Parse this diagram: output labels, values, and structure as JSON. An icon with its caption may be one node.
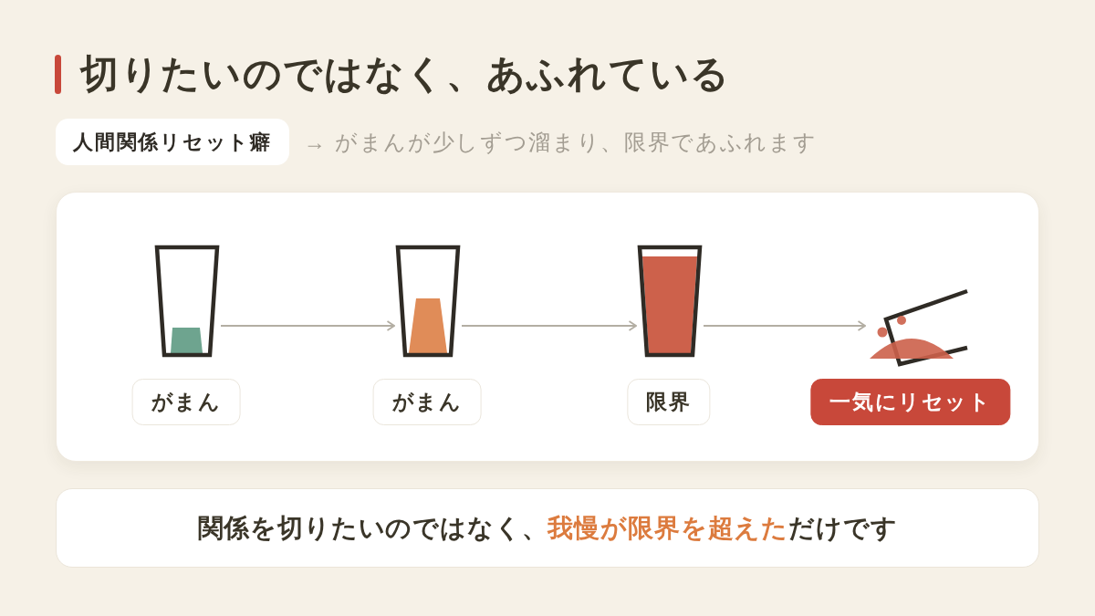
{
  "diagram": {
    "title": "切りたいのではなく、あふれている",
    "nodes": [
      {
        "text": [
          "人間関係リセット癖"
        ],
        "beside": [
          "→ がまんが少しずつ溜まり、限界であふれます"
        ]
      },
      {
        "text": [],
        "shape": "box"
      },
      {
        "text": [],
        "shape": "picture",
        "in": 1
      },
      {
        "text": [],
        "shape": "picture",
        "in": 1
      },
      {
        "text": [],
        "shape": "picture",
        "in": 1
      },
      {
        "text": [],
        "shape": "picture",
        "in": 1
      },
      {
        "text": [
          "がまん"
        ],
        "in": 1
      },
      {
        "text": [
          "がまん"
        ],
        "in": 1
      },
      {
        "text": [
          "限界"
        ],
        "in": 1
      },
      {
        "text": [
          "一気にリセット"
        ],
        "in": 1
      },
      {
        "text": [
          "関係を切りたいのではなく、**我慢が限界を超えた**だけです"
        ]
      }
    ],
    "edges": [
      {
        "from": 2,
        "to": 3,
        "arrow": "to"
      },
      {
        "from": 3,
        "to": 4,
        "arrow": "to"
      },
      {
        "from": 4,
        "to": 5,
        "arrow": "to"
      }
    ]
  }
}
